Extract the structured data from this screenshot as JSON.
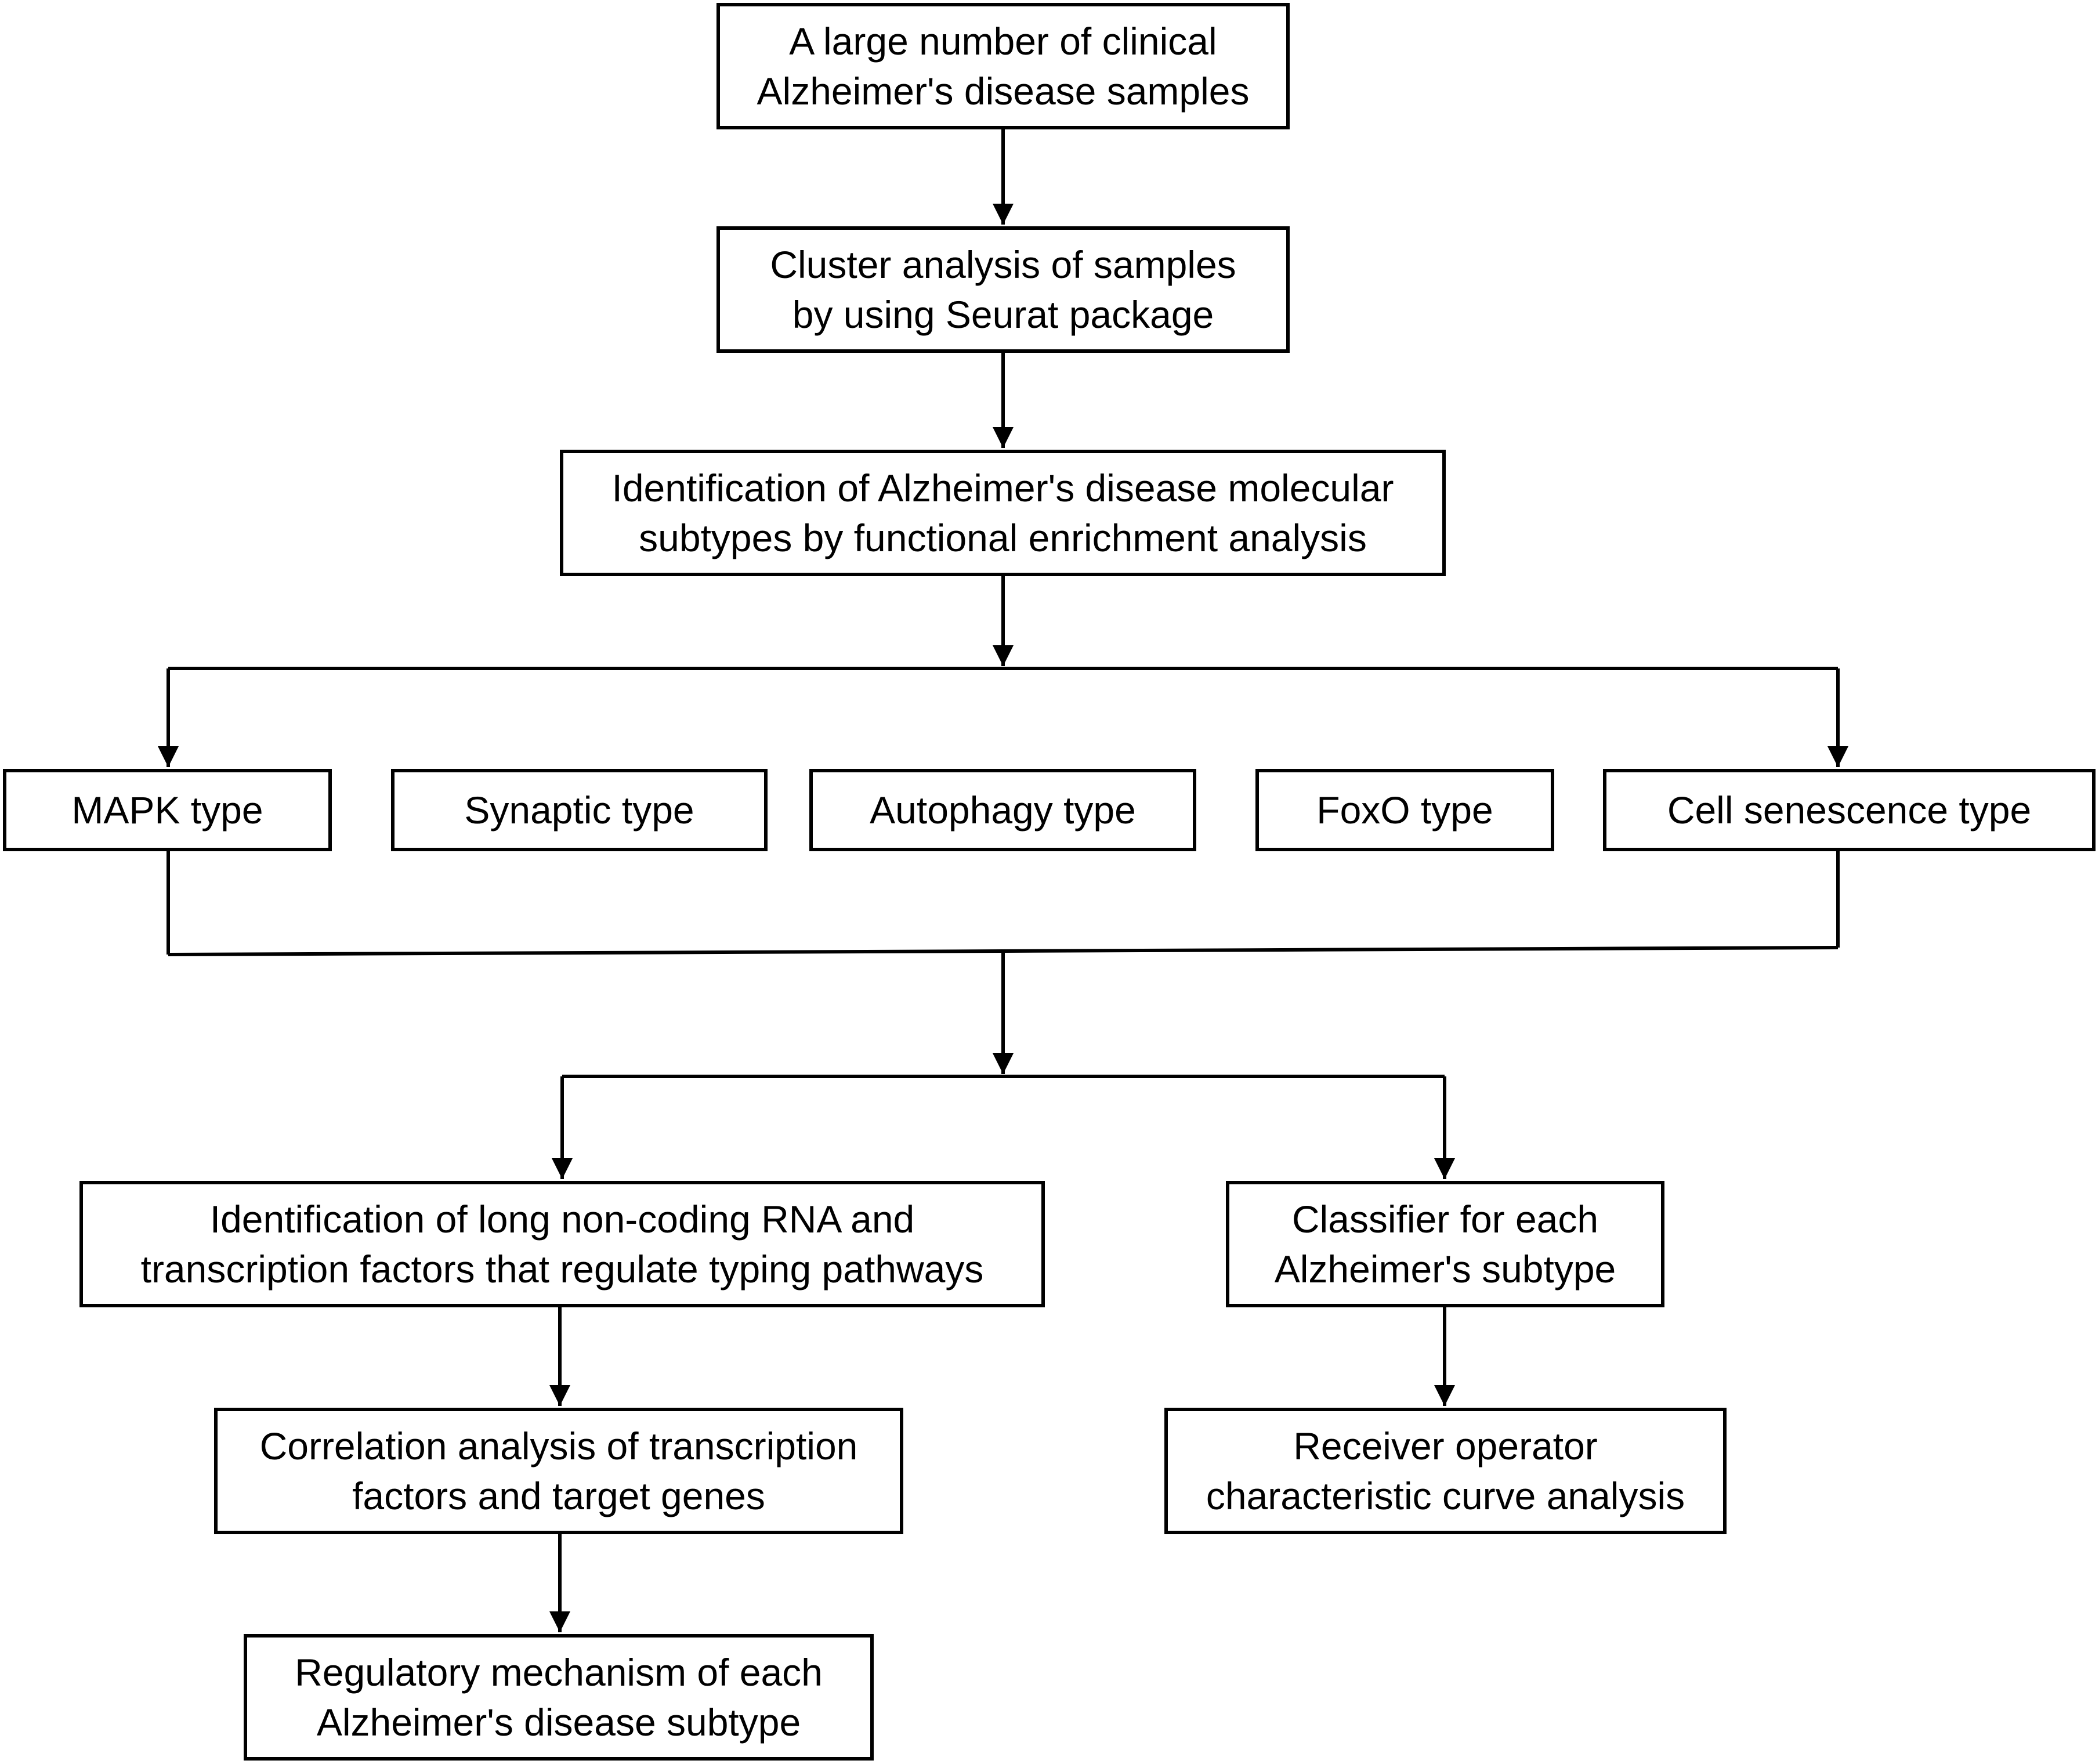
{
  "boxes": {
    "b1": {
      "line1": "A large number of clinical",
      "line2": "Alzheimer's disease samples"
    },
    "b2": {
      "line1": "Cluster analysis of samples",
      "line2": "by using Seurat package"
    },
    "b3": {
      "line1": "Identification of Alzheimer's disease molecular",
      "line2": "subtypes by functional enrichment analysis"
    },
    "types": [
      "MAPK type",
      "Synaptic type",
      "Autophagy type",
      "FoxO type",
      "Cell senescence type"
    ],
    "b4": {
      "line1": "Identification of long non-coding RNA and",
      "line2": "transcription factors that regulate typing pathways"
    },
    "b5": {
      "line1": "Classifier for each",
      "line2": "Alzheimer's subtype"
    },
    "b6": {
      "line1": "Correlation analysis of transcription",
      "line2": "factors and target genes"
    },
    "b7": {
      "line1": "Receiver operator",
      "line2": "characteristic curve analysis"
    },
    "b8": {
      "line1": "Regulatory mechanism of each",
      "line2": "Alzheimer's disease subtype"
    }
  },
  "colors": {
    "stroke": "#000000",
    "background": "#ffffff"
  }
}
